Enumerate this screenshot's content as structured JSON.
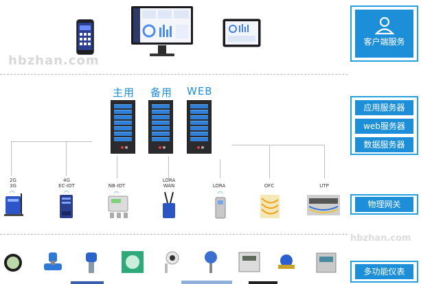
{
  "watermark": "hbzhan.com",
  "watermark_small": "hbzhan.com",
  "panels": {
    "client": "客户端服务",
    "app_server": "应用服务器",
    "web_server": "web服务器",
    "db_server": "数据服务器",
    "gateway": "物理网关",
    "meters": "多功能仪表"
  },
  "servers": {
    "main": "主用",
    "backup": "备用",
    "web": "WEB"
  },
  "devices": {
    "d1": "2G\n3G",
    "d2": "4G\nEC-IOT",
    "d3": "NB-IOT",
    "d4": "LORA\nWAN",
    "d5": "LORA",
    "d6": "OFC",
    "d7": "UTP"
  },
  "colors": {
    "accent": "#1d8fd8",
    "border": "#23a0e0"
  }
}
